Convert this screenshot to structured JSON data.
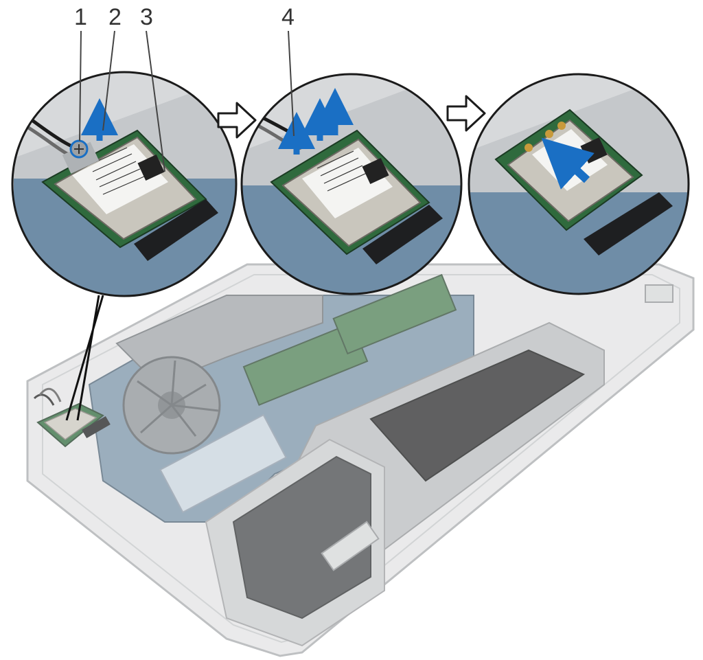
{
  "callouts": [
    "1",
    "2",
    "3",
    "4"
  ],
  "colors": {
    "chassis": "#d9dbdc",
    "chassis_edge": "#a9acae",
    "board": "#6d8aa3",
    "board_dark": "#3f5467",
    "card_shield": "#c9c6bd",
    "card_label": "#f4f4f2",
    "card_pcb": "#2f6a3d",
    "connector": "#1e1f21",
    "arrow_blue": "#1a6fc4",
    "circle_stroke": "#1b1b1b",
    "step_arrow": "#ffffff"
  },
  "steps": [
    {
      "panel": "disconnect-screw",
      "icon": "screw-icon"
    },
    {
      "panel": "remove-cables",
      "icon": "cable-lift-arrows-icon"
    },
    {
      "panel": "slide-card-out",
      "icon": "slide-arrow-icon"
    }
  ]
}
